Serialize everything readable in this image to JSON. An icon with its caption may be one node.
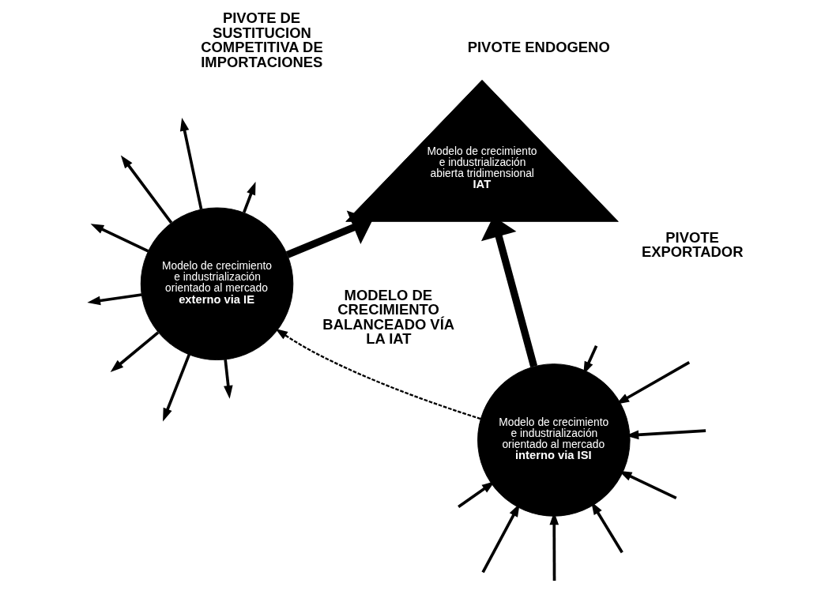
{
  "diagram": {
    "nodes": [
      {
        "text": [
          "Modelo de crecimiento e industrialización orientado al mercado",
          "interno via ISI"
        ]
      },
      {
        "text": [
          "Modelo de crecimiento e industrialización orientado al mercado",
          "externo via IE"
        ]
      },
      {
        "text": [
          "Modelo de crecimiento e industrialización abierta tridimensional",
          "IAT"
        ]
      }
    ],
    "edges": [
      {
        "from": 0,
        "to": 1,
        "arrow": "to",
        "style": "dashed"
      },
      {
        "from": 0,
        "to": 2,
        "arrow": "to",
        "style": "thick"
      },
      {
        "from": 1,
        "to": 2,
        "arrow": "to",
        "style": "thick"
      },
      {
        "from": null,
        "to": 0,
        "arrow": "to"
      },
      {
        "from": null,
        "to": 0,
        "arrow": "to"
      },
      {
        "from": null,
        "to": 0,
        "arrow": "to"
      },
      {
        "from": null,
        "to": 0,
        "arrow": "to"
      },
      {
        "from": null,
        "to": 0,
        "arrow": "to"
      },
      {
        "from": null,
        "to": 0,
        "arrow": "to"
      },
      {
        "from": null,
        "to": 0,
        "arrow": "to"
      },
      {
        "from": null,
        "to": 0,
        "arrow": "to"
      },
      {
        "from": 1,
        "to": null,
        "arrow": "to"
      },
      {
        "from": 1,
        "to": null,
        "arrow": "to"
      },
      {
        "from": 1,
        "to": null,
        "arrow": "to"
      },
      {
        "from": 1,
        "to": null,
        "arrow": "to"
      },
      {
        "from": 1,
        "to": null,
        "arrow": "to"
      },
      {
        "from": 1,
        "to": null,
        "arrow": "to"
      },
      {
        "from": 1,
        "to": null,
        "arrow": "to"
      },
      {
        "from": 1,
        "to": null,
        "arrow": "to"
      }
    ],
    "labels": [
      "MODELO DE CRECIMIENTO BALANCEADO VÍA LA IAT",
      "PIVOTE EXPORTADOR",
      "PIVOTE DE SUSTITUCION COMPETITIVA DE IMPORTACIONES",
      "PIVOTE ENDOGENO"
    ]
  }
}
